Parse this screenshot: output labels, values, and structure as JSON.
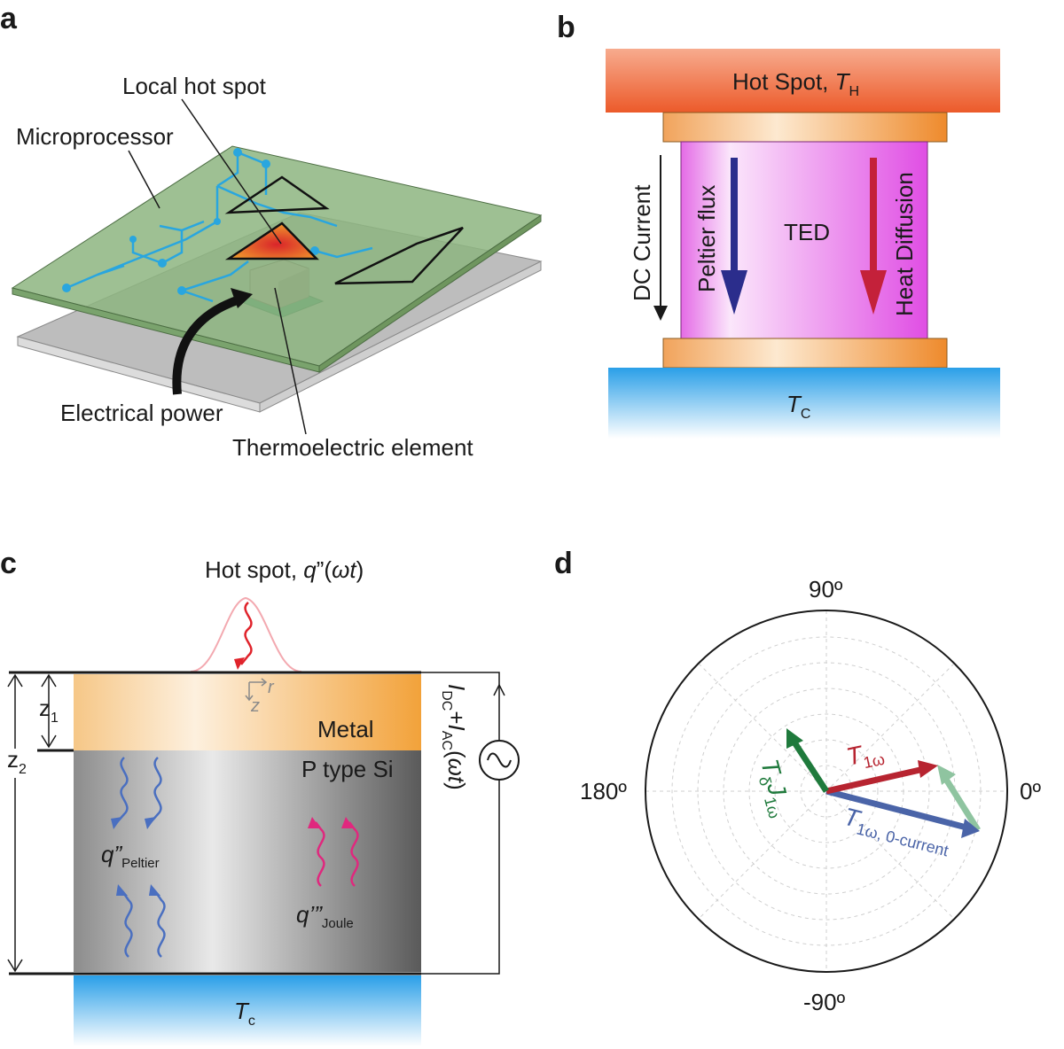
{
  "panel_a": {
    "letter": "a",
    "local_hot_spot": "Local hot spot",
    "microprocessor": "Microprocessor",
    "electrical_power": "Electrical power",
    "thermoelectric_element": "Thermoelectric element"
  },
  "panel_b": {
    "letter": "b",
    "hot_spot": "Hot Spot, ",
    "t_h_main": "T",
    "t_h_sub": "H",
    "dc_current": "DC Current",
    "peltier_flux": "Peltier flux",
    "ted": "TED",
    "heat_diffusion": "Heat Diffusion",
    "t_c_main": "T",
    "t_c_sub": "C"
  },
  "panel_c": {
    "letter": "c",
    "hot_spot_prefix": "Hot spot, ",
    "hot_spot_q": "q",
    "hot_spot_rest": "”(",
    "hot_spot_wt": "ωt",
    "hot_spot_close": ")",
    "z1_main": "z",
    "z1_sub": "1",
    "z2_main": "z",
    "z2_sub": "2",
    "r": "r",
    "z": "z",
    "metal": "Metal",
    "p_type_si": "P type Si",
    "current_i1": "I",
    "current_dc": "DC",
    "current_plus": "+",
    "current_i2": "I",
    "current_ac": "AC",
    "current_wt_open": "(",
    "current_wt": "ωt",
    "current_wt_close": ")",
    "q_peltier_main": "q”",
    "q_peltier_sub": "Peltier",
    "q_joule_main": "q’”",
    "q_joule_sub": "Joule",
    "t_c_main": "T",
    "t_c_sub": "c"
  },
  "panel_d": {
    "letter": "d",
    "angle_90": "90º",
    "angle_180": "180º",
    "angle_0": "0º",
    "angle_m90": "-90º",
    "t1w_main": "T",
    "t1w_sub": "1ω",
    "t0_main": "T",
    "t0_sub": "1ω, 0-current",
    "tdelta_main": "T",
    "tdelta_sub": "δ",
    "tdelta_j": "J",
    "tdelta_jsub": "1ω"
  },
  "colors": {
    "board_green": "#8db580",
    "trace_blue": "#29a6df",
    "hot_orange": "#f07a2c",
    "ted_magenta": "#e35ae6",
    "cold_blue": "#2a9fe8",
    "arrow_navy": "#2b2d8c",
    "arrow_crimson": "#c4213a",
    "vec_red": "#b72430",
    "vec_blue": "#4a64a8",
    "vec_green": "#1f7a3c",
    "vec_lightgreen": "#8fc4a0",
    "wave_blue": "#4a6fc0",
    "wave_pink": "#e0287e"
  }
}
